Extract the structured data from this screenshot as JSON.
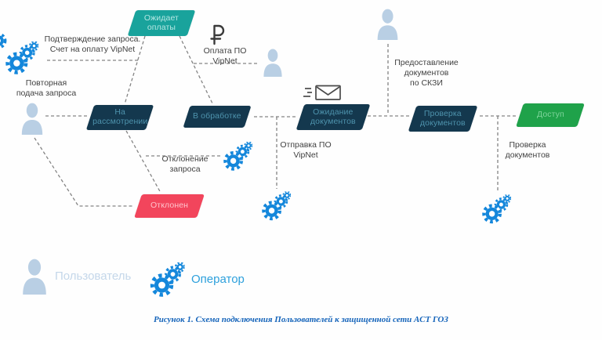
{
  "figure": {
    "caption": "Рисунок 1. Схема подключения Пользователей к защищенной сети АСТ ГОЗ"
  },
  "nodes": {
    "awaiting_payment": "Ожидает\nоплаты",
    "under_review": "На\nрассмотрении",
    "processing": "В обработке",
    "awaiting_documents": "Ожидание\nдокументов",
    "documents_check": "Проверка\nдокументов",
    "access": "Доступ",
    "rejected": "Отклонен"
  },
  "annotations": {
    "confirm": "Подтверждение запроса.\nСчет на оплату VipNet",
    "resubmit": "Повторная\nподача запроса",
    "payment": "Оплата ПО\nVipNet",
    "rejection": "Отклонение\nзапроса",
    "sending": "Отправка ПО\nVipNet",
    "providing": "Предоставление\nдокументов\nпо СКЗИ",
    "docs_check": "Проверка\nдокументов"
  },
  "legend": {
    "user": "Пользователь",
    "operator": "Оператор"
  },
  "icons": {
    "operator": "gears-icon",
    "user": "person-icon",
    "payment": "ruble-icon",
    "ruble_symbol": "₽",
    "documents": "envelope-icon"
  },
  "colors": {
    "teal_node": "#19a39c",
    "dark_node": "#14384e",
    "red_node": "#f2455c",
    "green_node": "#1fa24a",
    "operator_blue": "#1487db",
    "user_silhouette": "#b9cfe4",
    "legend_user_text": "#c4d7ea",
    "legend_operator_text": "#2da0dc",
    "caption_text": "#1564ba",
    "connector_gray": "#848484"
  }
}
